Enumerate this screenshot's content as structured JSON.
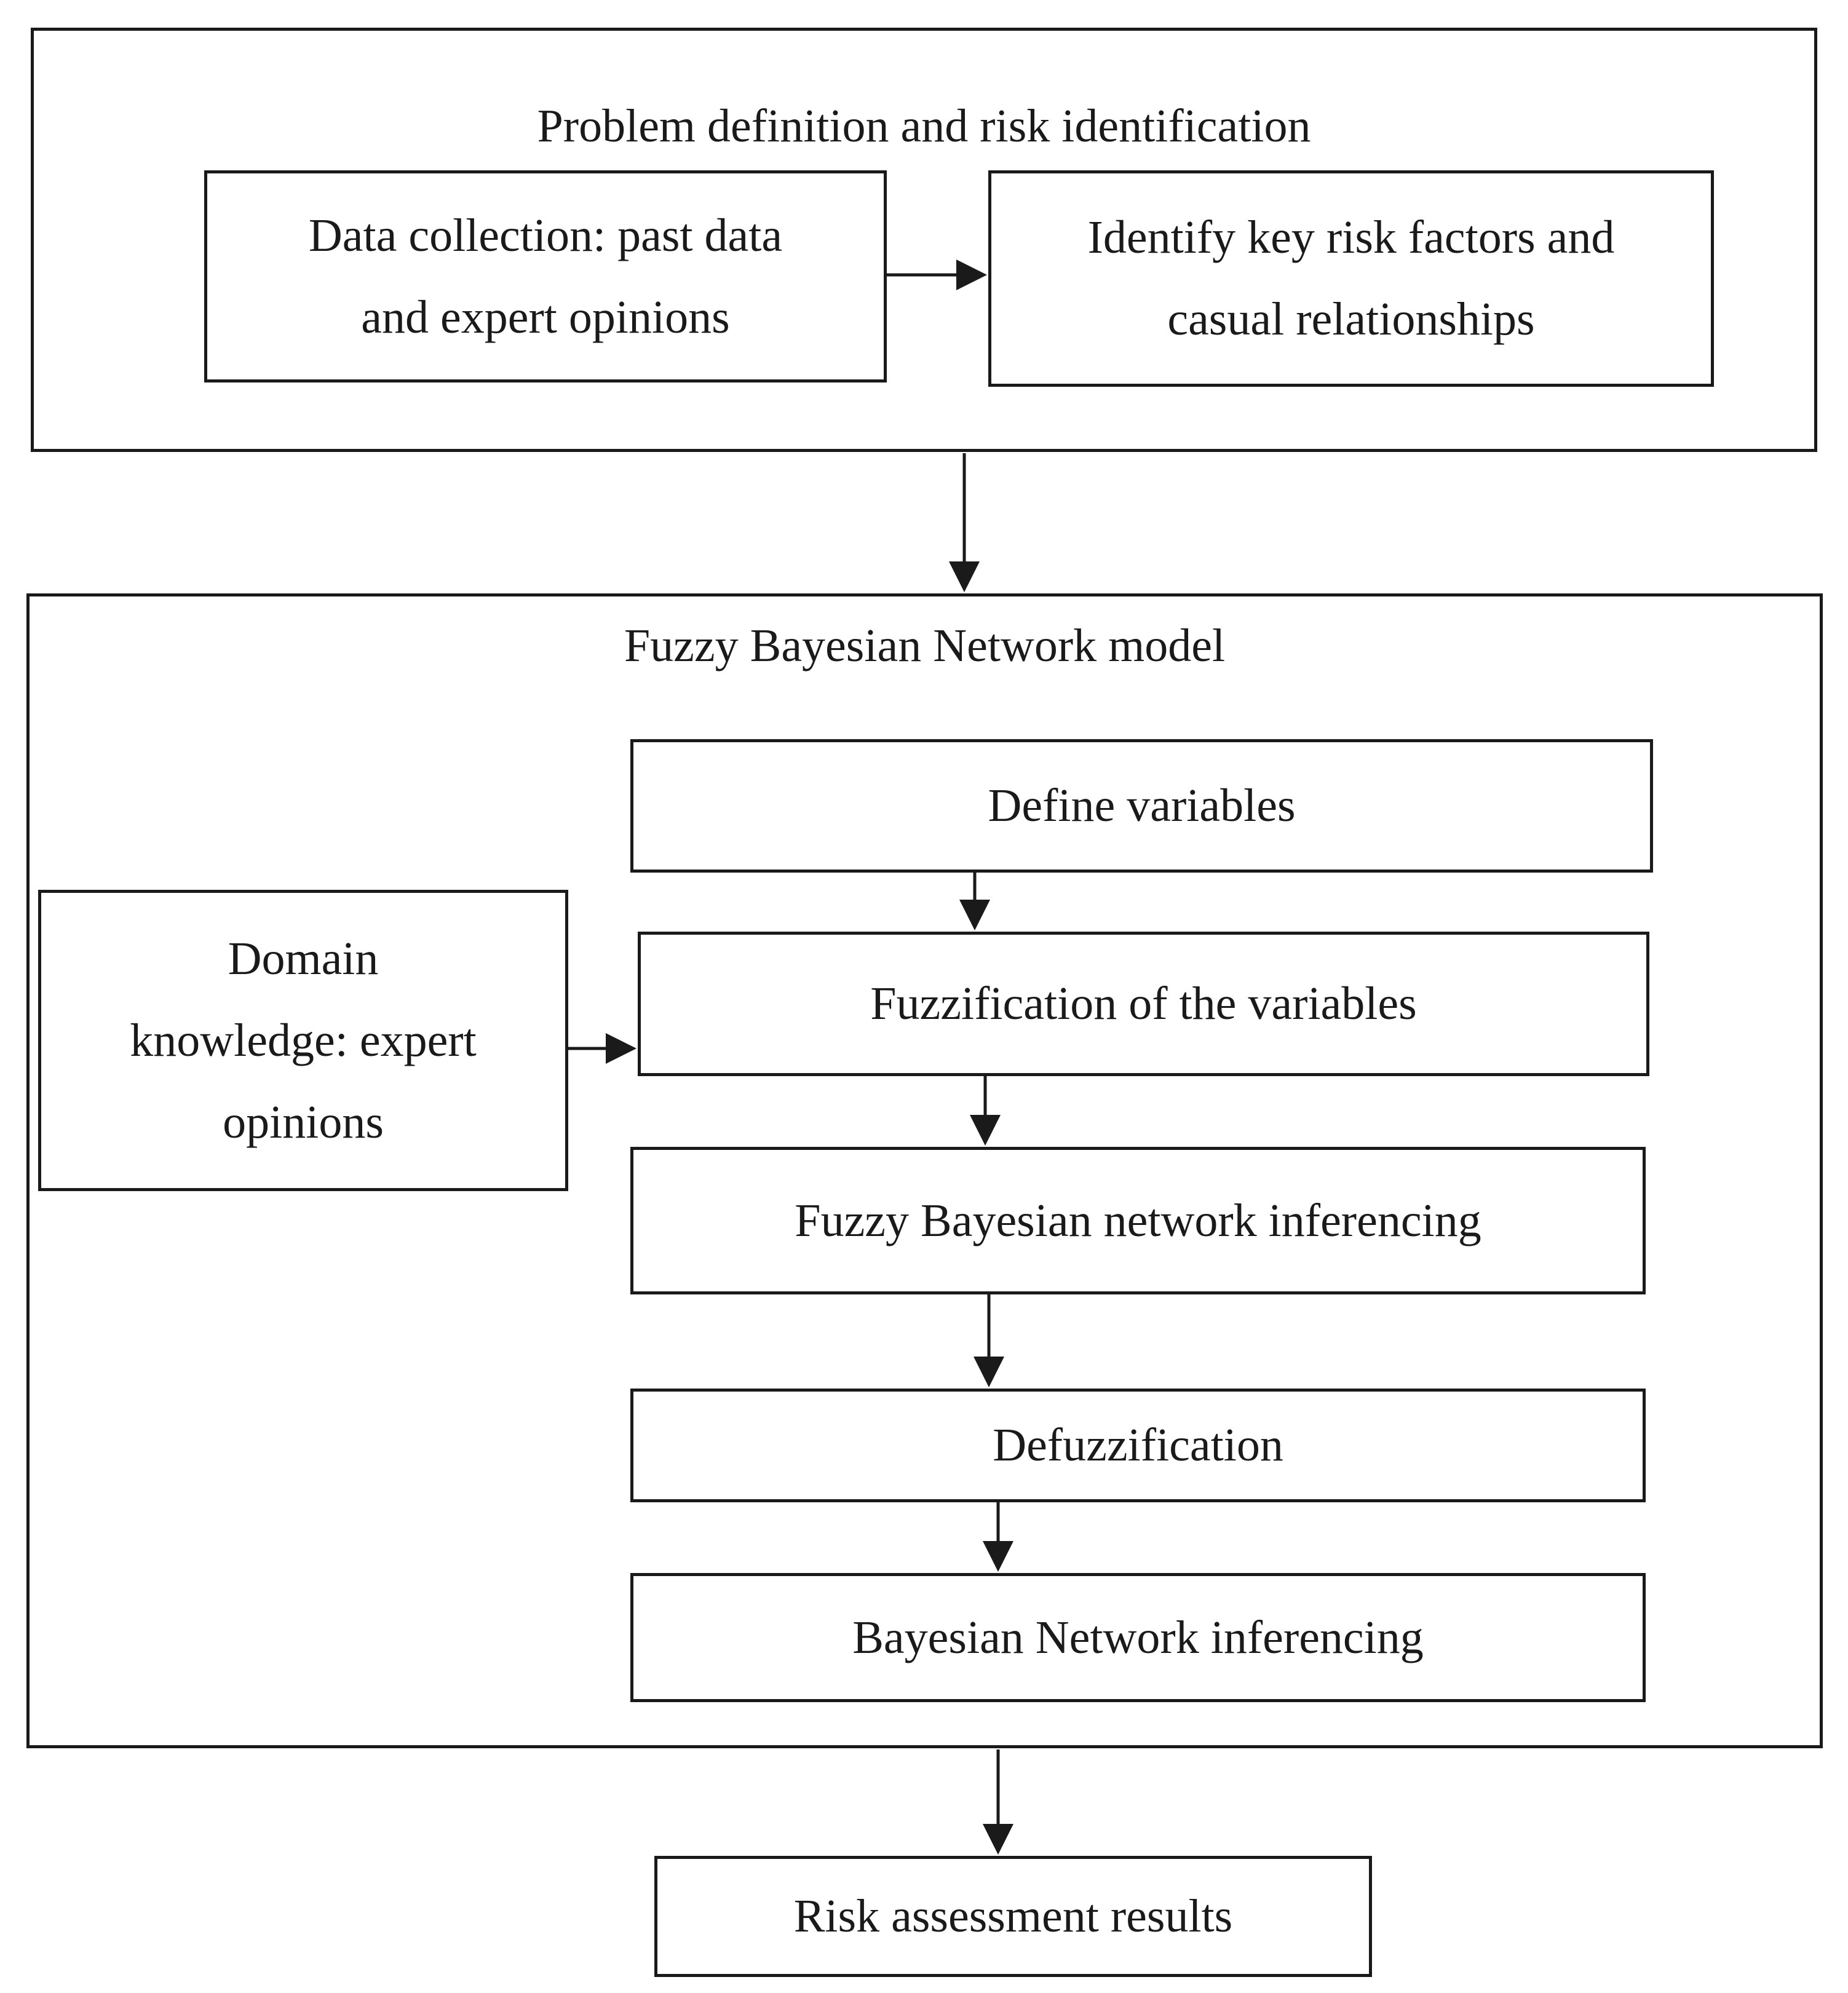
{
  "stage1": {
    "title": "Problem definition and risk identification",
    "data_collection": "Data collection: past data\nand expert opinions",
    "identify_factors": "Identify key risk factors and\ncasual relationships"
  },
  "stage2": {
    "title": "Fuzzy Bayesian Network model",
    "domain_knowledge": "Domain\nknowledge: expert\nopinions",
    "steps": [
      "Define variables",
      "Fuzzification of the variables",
      "Fuzzy Bayesian network inferencing",
      "Defuzzification",
      "Bayesian Network inferencing"
    ]
  },
  "result": "Risk assessment results"
}
